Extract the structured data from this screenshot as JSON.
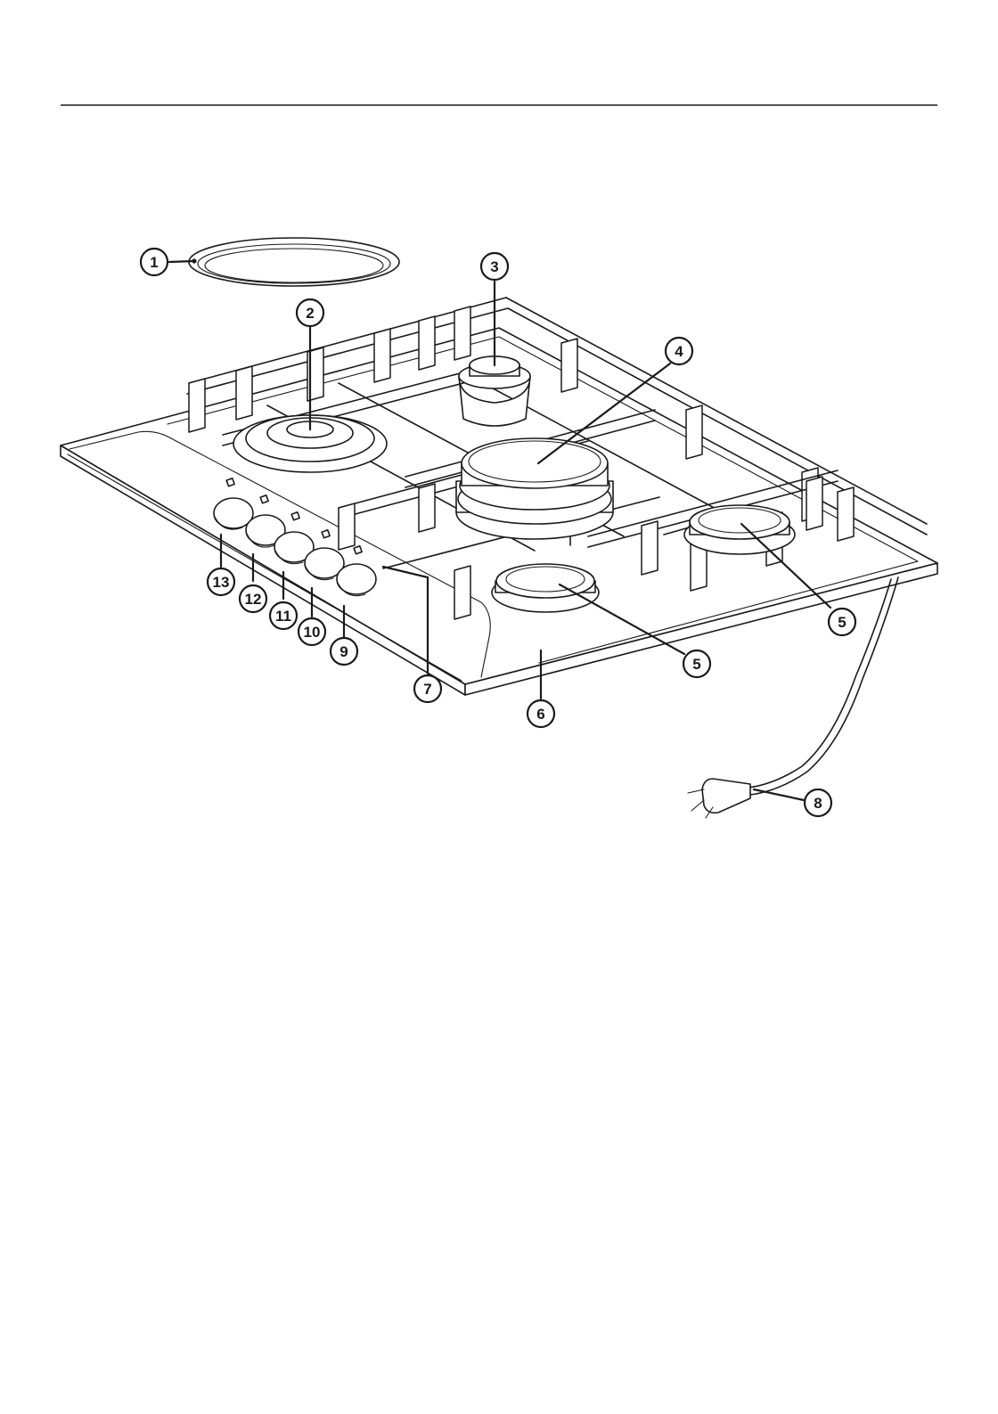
{
  "figure": {
    "accent": "#1a1a1a",
    "background": "#ffffff",
    "callouts": [
      {
        "id": "c1",
        "label": "1"
      },
      {
        "id": "c2",
        "label": "2"
      },
      {
        "id": "c3",
        "label": "3"
      },
      {
        "id": "c4",
        "label": "4"
      },
      {
        "id": "c5a",
        "label": "5"
      },
      {
        "id": "c5b",
        "label": "5"
      },
      {
        "id": "c6",
        "label": "6"
      },
      {
        "id": "c7",
        "label": "7"
      },
      {
        "id": "c8",
        "label": "8"
      },
      {
        "id": "c9",
        "label": "9"
      },
      {
        "id": "c10",
        "label": "10"
      },
      {
        "id": "c11",
        "label": "11"
      },
      {
        "id": "c12",
        "label": "12"
      },
      {
        "id": "c13",
        "label": "13"
      }
    ]
  }
}
